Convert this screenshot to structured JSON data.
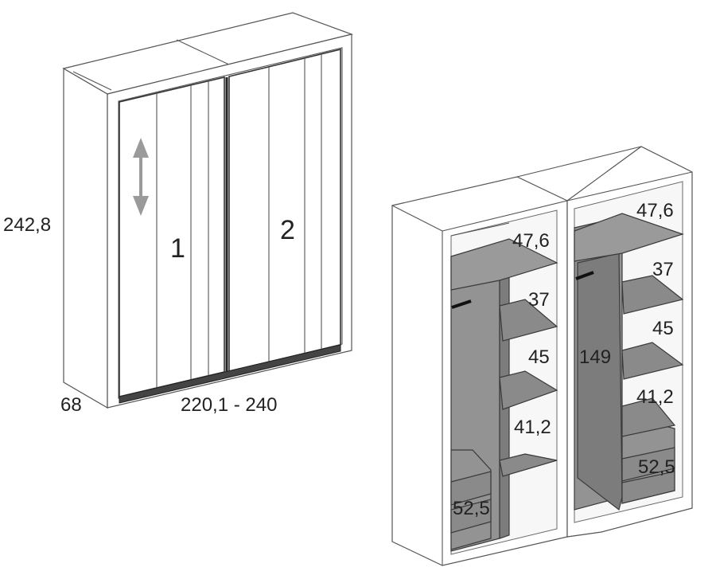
{
  "wardrobe": {
    "door_labels": [
      "1",
      "2"
    ],
    "height_label": "242,8",
    "depth_label": "68",
    "width_label": "220,1 - 240",
    "colors": {
      "line": "#333333",
      "interior_grey": "#8a8a8a",
      "arrow": "#9a9a9a"
    }
  },
  "interior": {
    "left_module": {
      "top_shelf_label": "47,6",
      "shelf_labels": [
        "37",
        "45",
        "41,2"
      ],
      "drawer_label": "52,5"
    },
    "right_module": {
      "top_shelf_label": "47,6",
      "shelf_labels": [
        "37",
        "45",
        "41,2"
      ],
      "drawer_label": "52,5",
      "hanging_label": "149"
    }
  }
}
